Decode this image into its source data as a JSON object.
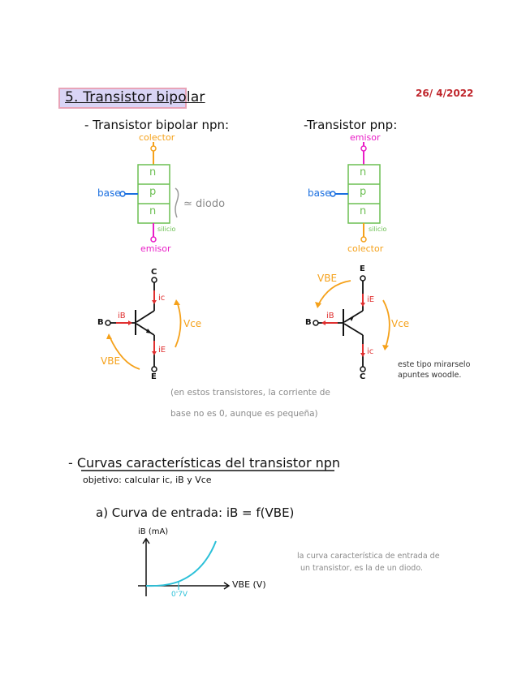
{
  "header": {
    "title": "5. Transistor bipolar",
    "date": "26/ 4/2022"
  },
  "npn": {
    "heading": "- Transistor bipolar npn:",
    "collector_label": "colector",
    "emitter_label": "emisor",
    "base_label": "base",
    "layers": [
      "n",
      "p",
      "n"
    ],
    "material_label": "silicio",
    "diode_note": "≃ diodo",
    "symbol": {
      "C": "C",
      "B": "B",
      "E": "E",
      "ic": "ic",
      "ib": "iB",
      "ie": "iE",
      "vce": "Vce",
      "vbe": "VBE"
    }
  },
  "pnp": {
    "heading": "-Transistor pnp:",
    "emitter_label": "emisor",
    "collector_label": "colector",
    "base_label": "base",
    "layers": [
      "n",
      "p",
      "n"
    ],
    "material_label": "silicio",
    "symbol": {
      "E": "E",
      "B": "B",
      "C": "C",
      "ie": "iE",
      "ib": "iB",
      "ic": "ic",
      "vbe": "VBE",
      "vce": "Vce"
    },
    "side_note_line1": "este tipo mirarselo",
    "side_note_line2": "apuntes woodle."
  },
  "note_current": {
    "line1": "(en estos transistores, la corriente de",
    "line2": "base no es 0, aunque es pequeña)"
  },
  "section2": {
    "heading": "- Curvas características del transistor npn",
    "objective": "objetivo: calcular ic, iB y Vce",
    "subheading": "a) Curva de entrada: iB = f(VBE)",
    "graph": {
      "y_label": "iB (mA)",
      "x_label": "VBE (V)",
      "threshold_label": "0'7V"
    },
    "note_line1": "la curva característica de entrada de",
    "note_line2": "un transistor, es la de un diodo."
  },
  "colors": {
    "collector": "#f5a11a",
    "emitter": "#e91ec7",
    "base": "#1a6fe0",
    "layers": "#6cbf52",
    "current": "#e03030",
    "curve": "#2bc0d8",
    "title_bg": "#d9d4f5",
    "title_border": "#e8a4b8",
    "date": "#c0272d"
  }
}
